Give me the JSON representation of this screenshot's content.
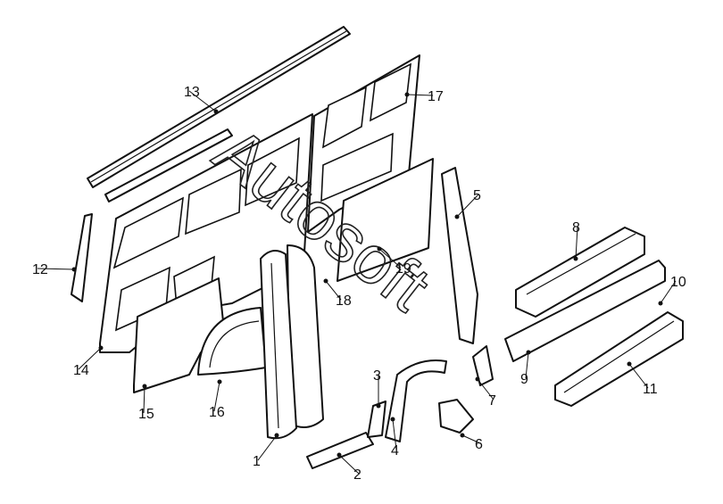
{
  "diagram": {
    "watermark": "Autosoft",
    "callouts": [
      "1",
      "2",
      "3",
      "4",
      "5",
      "6",
      "7",
      "8",
      "9",
      "10",
      "11",
      "12",
      "13",
      "14",
      "15",
      "16",
      "17",
      "18",
      "19"
    ]
  }
}
